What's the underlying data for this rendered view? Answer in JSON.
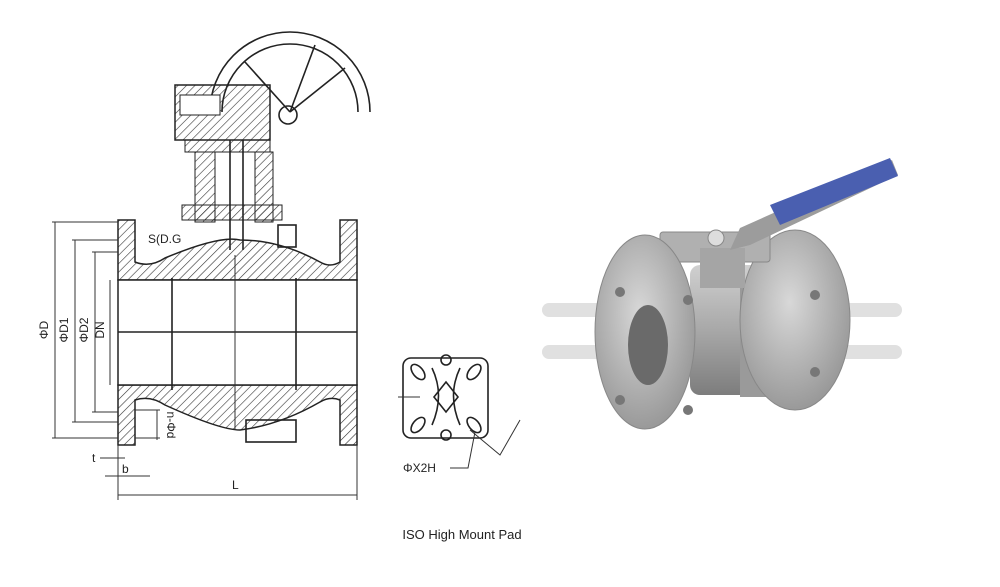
{
  "drawing": {
    "labels": {
      "od": "ΦD",
      "od1": "ΦD1",
      "od2": "ΦD2",
      "dn": "DN",
      "bolt_holes": "n-Φd",
      "t": "t",
      "b": "b",
      "length": "L",
      "pad_hole": "ΦX2H"
    },
    "caption": "ISO High Mount Pad"
  },
  "photo": {
    "colors": {
      "body": "#b9b9b9",
      "lever": "#4a5fb0",
      "watermark": "#d8d8d8"
    }
  }
}
